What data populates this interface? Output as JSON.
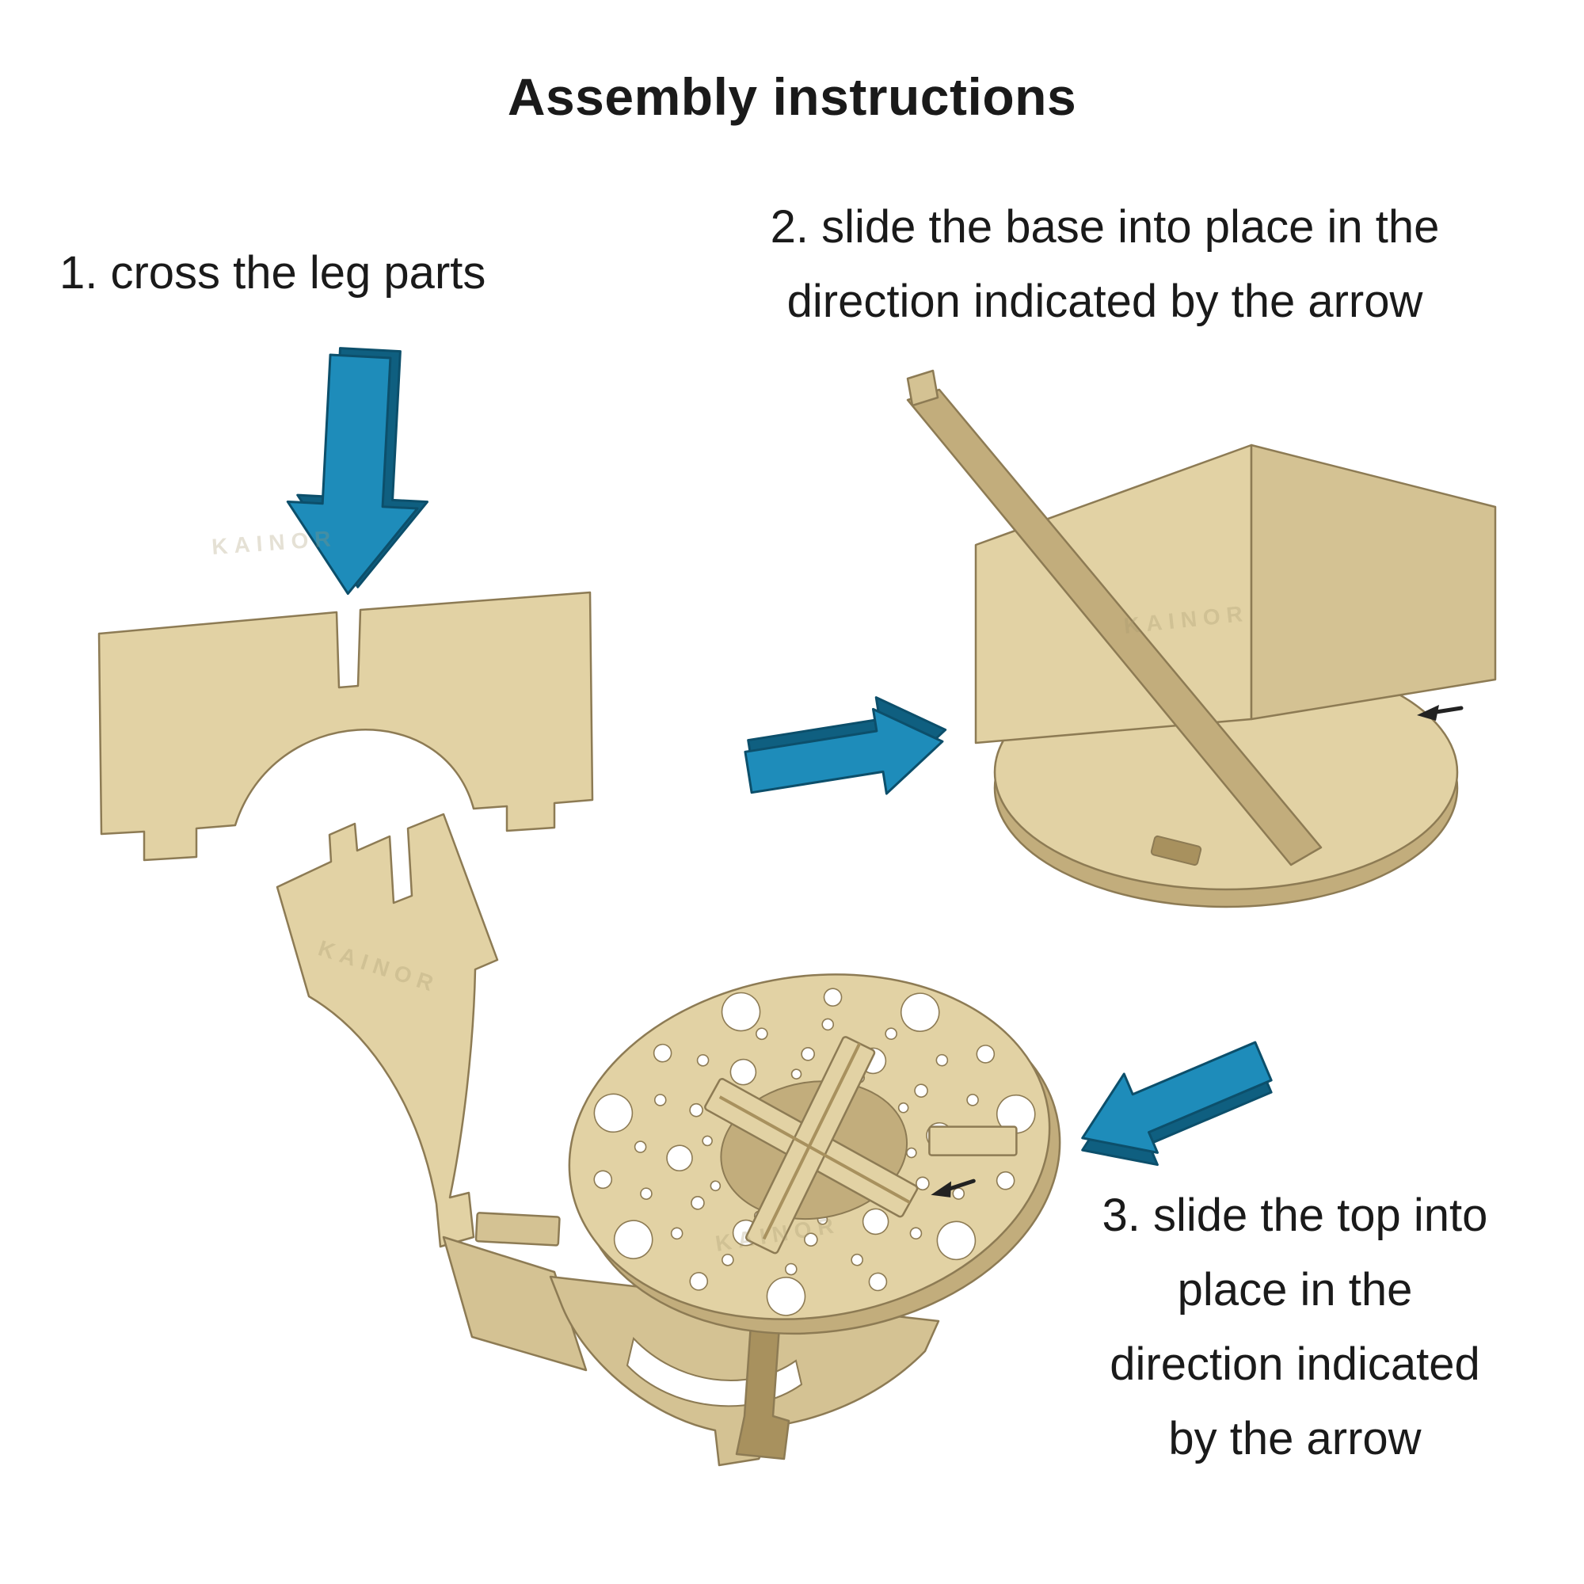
{
  "title": "Assembly instructions",
  "steps": {
    "step1": {
      "label": "1. cross the leg parts"
    },
    "step2": {
      "line1": "2. slide the base into place in the",
      "line2": "direction indicated by the arrow"
    },
    "step3": {
      "line1": "3. slide the top into",
      "line2": "place in the",
      "line3": "direction indicated",
      "line4": "by the arrow"
    }
  },
  "watermark": {
    "text": "KAINOR"
  },
  "colors": {
    "background": "#ffffff",
    "text": "#1a1a1a",
    "arrow_blue": "#1e8cba",
    "arrow_blue_dark": "#0f5f80",
    "arrow_outline": "#0c4f6b",
    "wood": "#e2d2a4",
    "wood_mid": "#d4c293",
    "wood_dark": "#c2ad7c",
    "wood_shadow": "#a8915e",
    "outline": "#8d7b54"
  }
}
